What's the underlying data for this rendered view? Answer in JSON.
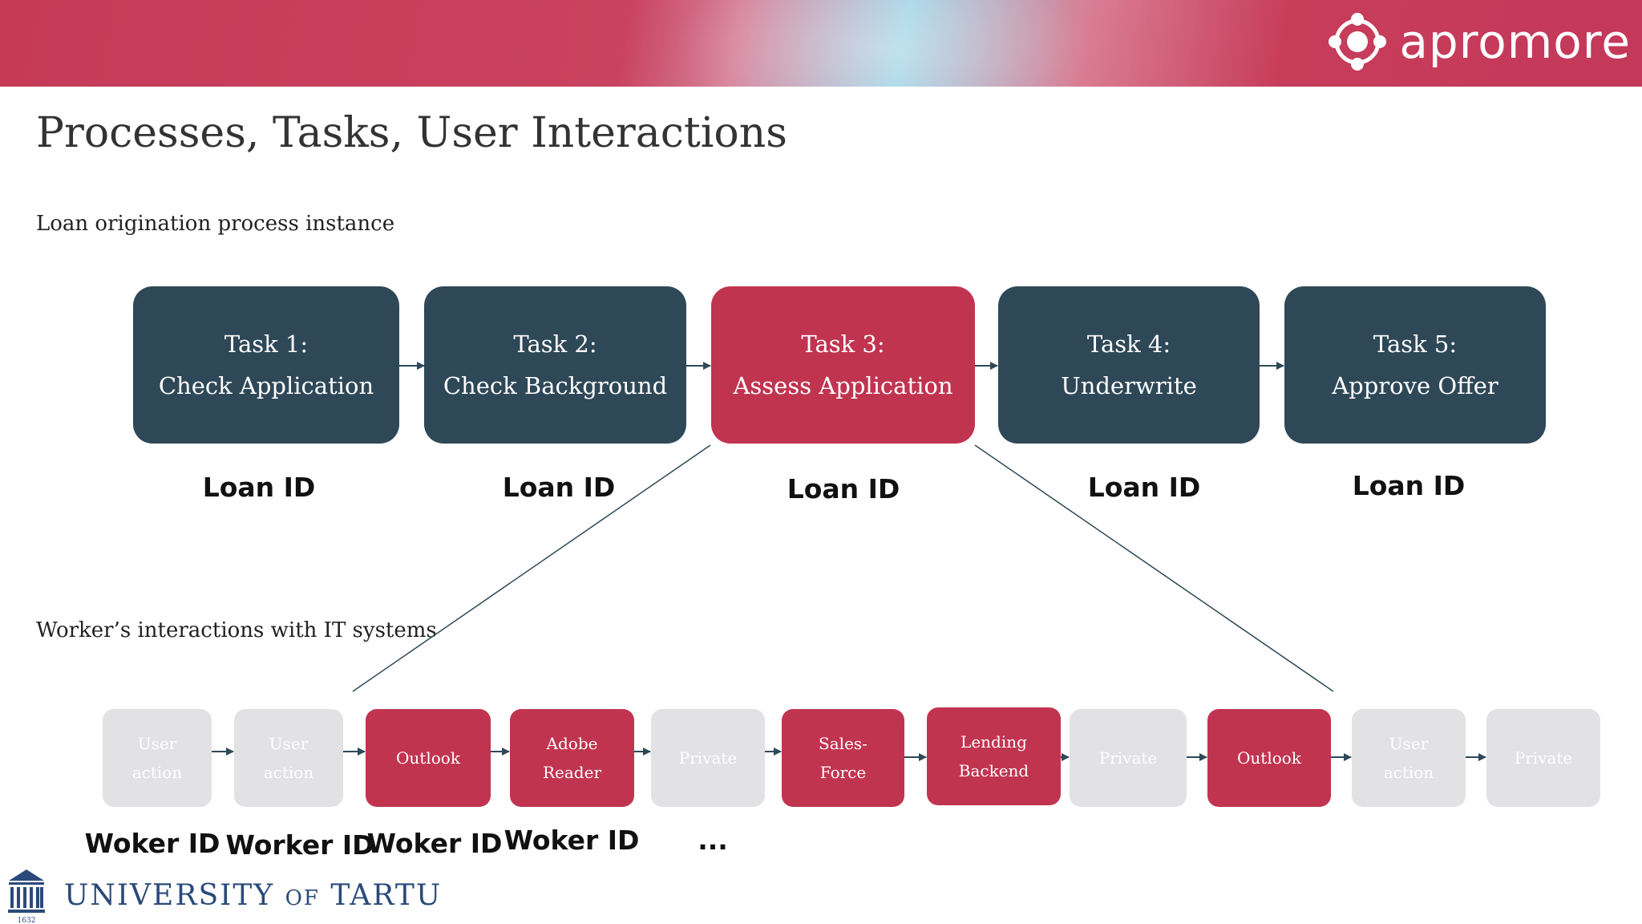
{
  "banner": {
    "logo_text": "apromore"
  },
  "title": "Processes, Tasks, User Interactions",
  "process_label": "Loan origination process instance",
  "interactions_label": "Worker’s interactions with IT systems",
  "tasks": [
    {
      "line1": "Task 1:",
      "line2": "Check Application",
      "id_label": "Loan ID"
    },
    {
      "line1": "Task 2:",
      "line2": "Check Background",
      "id_label": "Loan ID"
    },
    {
      "line1": "Task 3:",
      "line2": "Assess Application",
      "id_label": "Loan ID"
    },
    {
      "line1": "Task 4:",
      "line2": "Underwrite",
      "id_label": "Loan ID"
    },
    {
      "line1": "Task 5:",
      "line2": "Approve Offer",
      "id_label": "Loan ID"
    }
  ],
  "actions": [
    {
      "line1": "User",
      "line2": "action"
    },
    {
      "line1": "User",
      "line2": "action"
    },
    {
      "line1": "Outlook",
      "line2": ""
    },
    {
      "line1": "Adobe",
      "line2": "Reader"
    },
    {
      "line1": "Private",
      "line2": ""
    },
    {
      "line1": "Sales-",
      "line2": "Force"
    },
    {
      "line1": "Lending",
      "line2": "Backend"
    },
    {
      "line1": "Private",
      "line2": ""
    },
    {
      "line1": "Outlook",
      "line2": ""
    },
    {
      "line1": "User",
      "line2": "action"
    },
    {
      "line1": "Private",
      "line2": ""
    }
  ],
  "worker_labels": [
    "Woker ID",
    "Worker ID",
    "Woker ID",
    "Woker ID",
    "..."
  ],
  "university": {
    "name_a": "UNIVERSITY",
    "name_of": "OF",
    "name_b": "TARTU",
    "year": "1632"
  },
  "colors": {
    "task": "#2f4858",
    "highlight": "#c13450",
    "grey_action": "#e2e2e4",
    "university": "#2b4a7a"
  }
}
